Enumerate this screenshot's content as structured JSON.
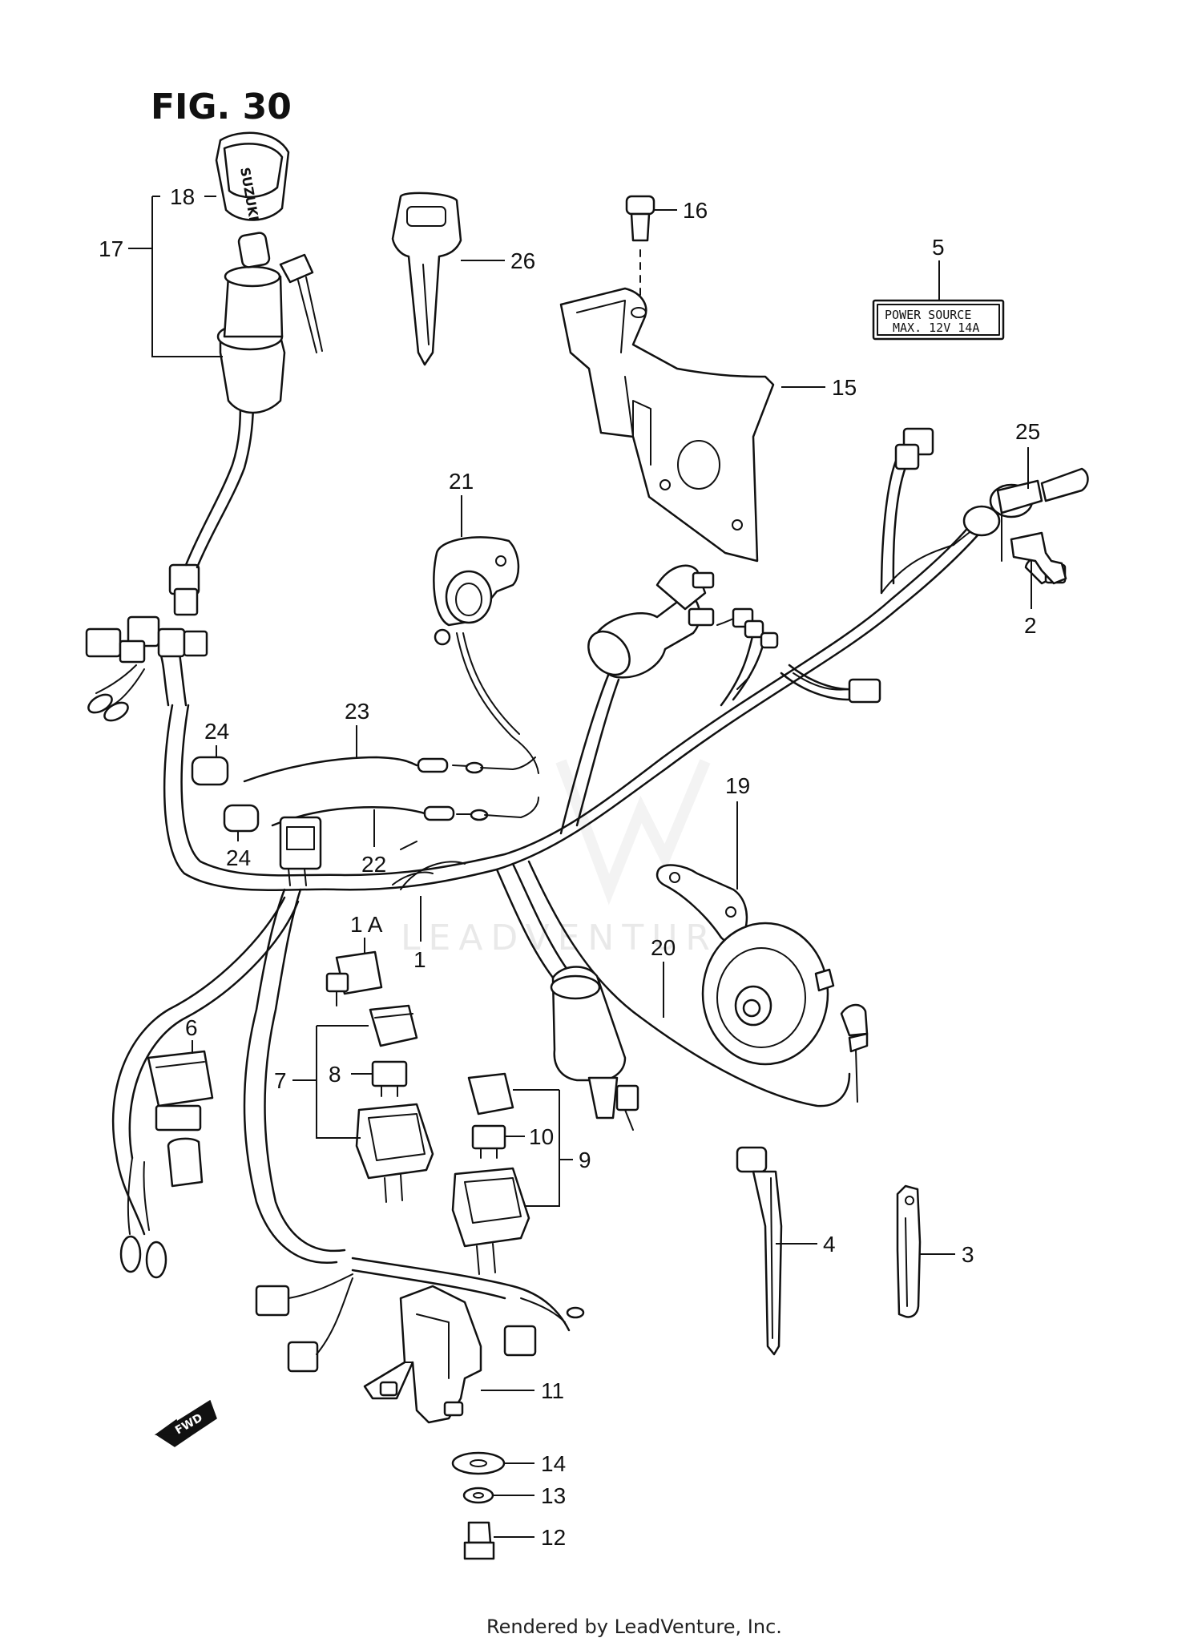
{
  "figure": {
    "title": "FIG. 30",
    "footer": "Rendered by LeadVenture, Inc.",
    "watermark": "LEADVENTURE",
    "fwd_arrow": "FWD",
    "key_cap_brand": "SUZUKI",
    "label_plate": {
      "line1": "POWER SOURCE",
      "line2": "MAX. 12V 14A"
    }
  },
  "callouts": {
    "c1": "1",
    "c1a": "1 A",
    "c2": "2",
    "c3": "3",
    "c4": "4",
    "c5": "5",
    "c6": "6",
    "c7": "7",
    "c8": "8",
    "c9": "9",
    "c10": "10",
    "c11": "11",
    "c12": "12",
    "c13": "13",
    "c14": "14",
    "c15": "15",
    "c16": "16",
    "c17": "17",
    "c18": "18",
    "c19": "19",
    "c20": "20",
    "c21": "21",
    "c22": "22",
    "c23": "23",
    "c24a": "24",
    "c24b": "24",
    "c25": "25",
    "c26": "26"
  }
}
